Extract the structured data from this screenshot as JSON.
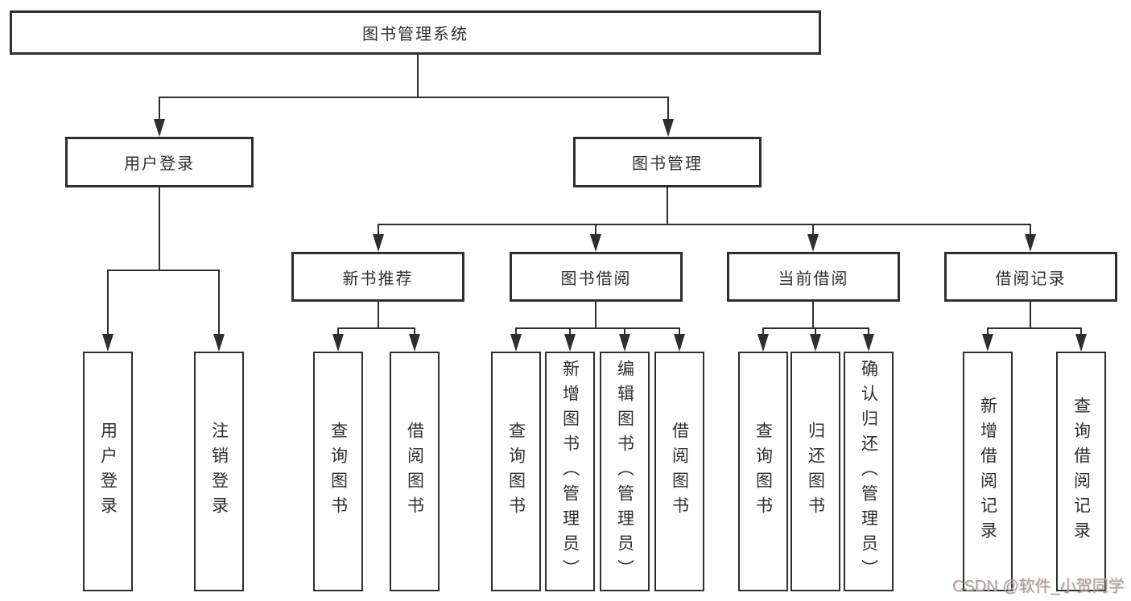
{
  "tree": {
    "root": "图书管理系统",
    "branches": [
      {
        "label": "用户登录",
        "children": [
          {
            "label": "用户登录"
          },
          {
            "label": "注销登录"
          }
        ]
      },
      {
        "label": "图书管理",
        "children": [
          {
            "label": "新书推荐",
            "children": [
              {
                "label": "查询图书"
              },
              {
                "label": "借阅图书"
              }
            ]
          },
          {
            "label": "图书借阅",
            "children": [
              {
                "label": "查询图书"
              },
              {
                "label": "新增图书（管理员）"
              },
              {
                "label": "编辑图书（管理员）"
              },
              {
                "label": "借阅图书"
              }
            ]
          },
          {
            "label": "当前借阅",
            "children": [
              {
                "label": "查询图书"
              },
              {
                "label": "归还图书"
              },
              {
                "label": "确认归还（管理员）"
              }
            ]
          },
          {
            "label": "借阅记录",
            "children": [
              {
                "label": "新增借阅记录"
              },
              {
                "label": "查询借阅记录"
              }
            ]
          }
        ]
      }
    ]
  },
  "colors": {
    "line": "#2e2e2e",
    "text": "#2f2f2f",
    "watermark_gray": "#a3a3a3"
  },
  "watermark": "CSDN @软件_小贺同学"
}
